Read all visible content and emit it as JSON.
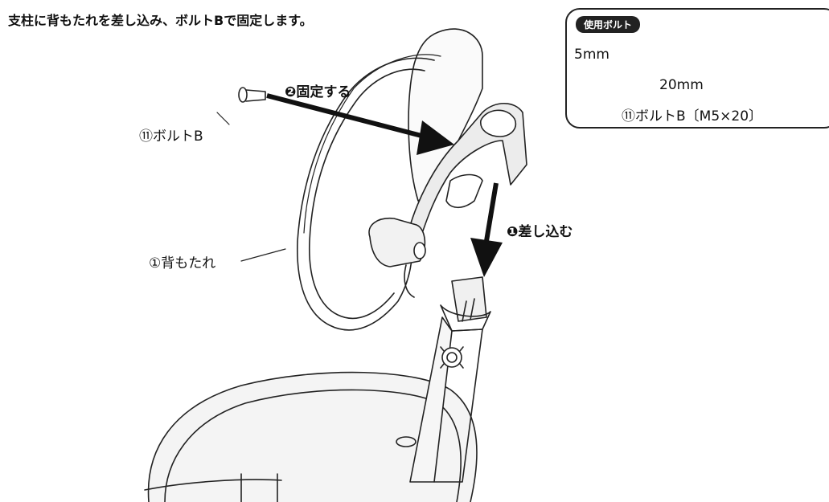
{
  "instruction": "支柱に背もたれを差し込み、ボルトBで固定します。",
  "steps": {
    "step1": "❶差し込む",
    "step2": "❷固定する"
  },
  "parts": {
    "bolt_b_label": "⑪ボルトB",
    "backrest_label": "①背もたれ"
  },
  "inset": {
    "badge": "使用ボルト",
    "diameter": "5mm",
    "length": "20mm",
    "bolt_spec": "⑪ボルトB〔M5×20〕"
  }
}
